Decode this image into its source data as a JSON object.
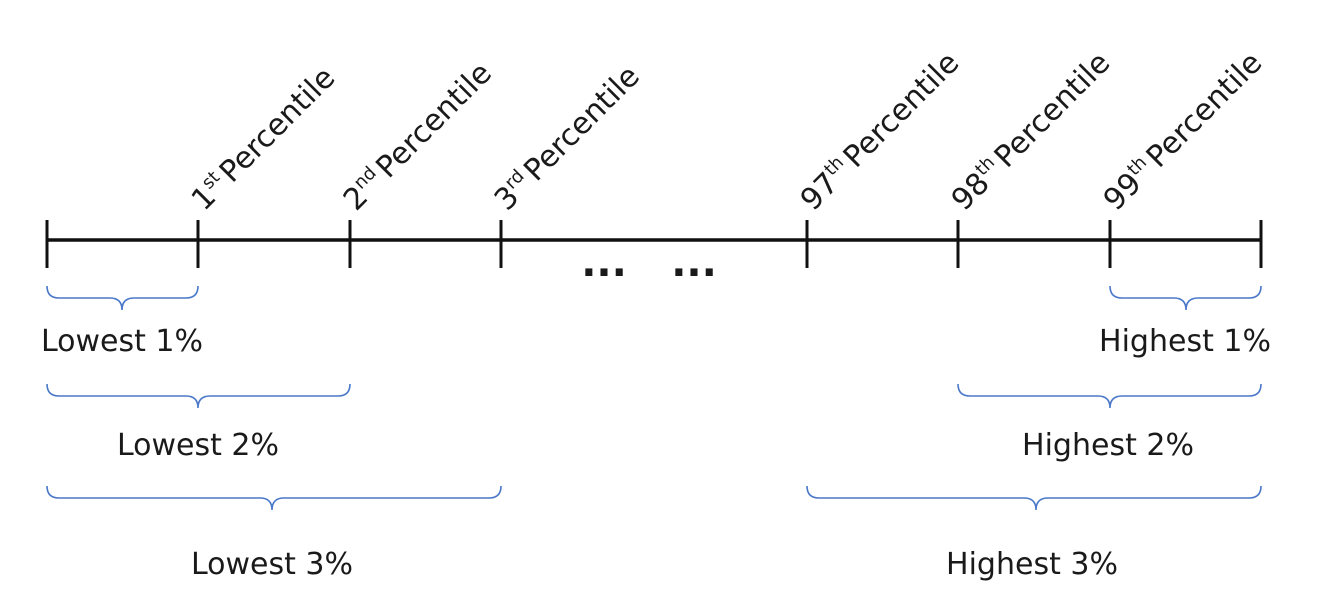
{
  "ticks": [
    {
      "num": "1",
      "suffix": "st",
      "word": "Percentile"
    },
    {
      "num": "2",
      "suffix": "nd",
      "word": "Percentile"
    },
    {
      "num": "3",
      "suffix": "rd",
      "word": "Percentile"
    },
    {
      "num": "97",
      "suffix": "th",
      "word": "Percentile"
    },
    {
      "num": "98",
      "suffix": "th",
      "word": "Percentile"
    },
    {
      "num": "99",
      "suffix": "th",
      "word": "Percentile"
    }
  ],
  "ellipsis": [
    "...",
    "..."
  ],
  "ranges": {
    "lowest_1": "Lowest 1%",
    "lowest_2": "Lowest 2%",
    "lowest_3": "Lowest 3%",
    "highest_1": "Highest 1%",
    "highest_2": "Highest 2%",
    "highest_3": "Highest 3%"
  },
  "colors": {
    "axis": "#111111",
    "brace": "#4a78c9",
    "text": "#1a1a1a"
  }
}
